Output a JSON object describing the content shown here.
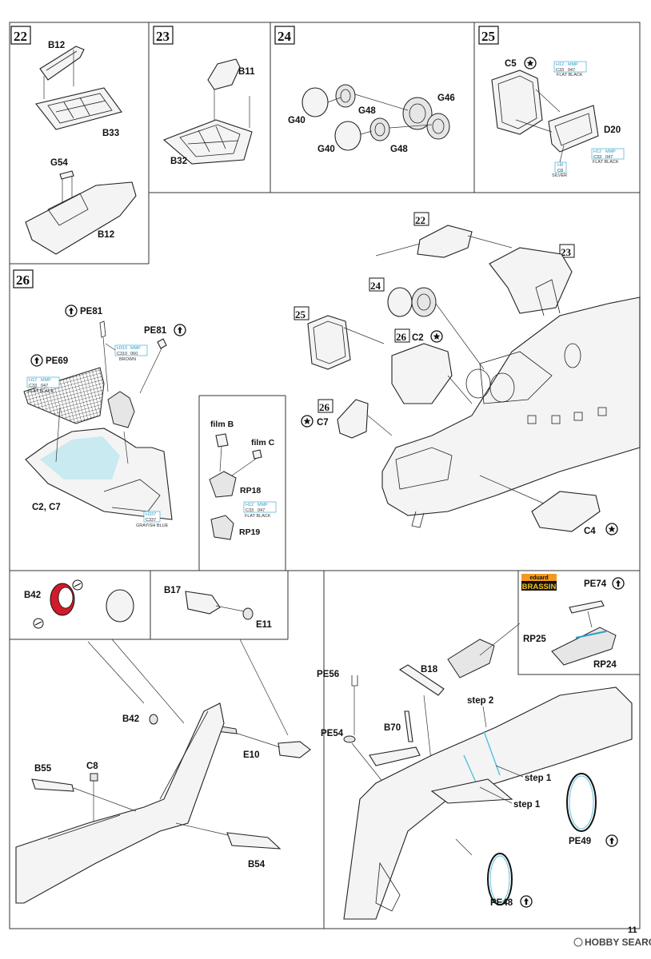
{
  "steps": [
    {
      "num": "22",
      "labels": {
        "a": "B12",
        "b": "B33",
        "c": "G54",
        "d": "B12"
      }
    },
    {
      "num": "23",
      "labels": {
        "a": "B11",
        "b": "B32"
      }
    },
    {
      "num": "24",
      "labels": {
        "a": "G40",
        "b": "G48",
        "c": "G46",
        "d": "G40",
        "e": "G48"
      }
    },
    {
      "num": "25",
      "labels": {
        "a": "C5",
        "b": "D20"
      }
    },
    {
      "num": "26",
      "labels": {
        "pe81a": "PE81",
        "pe81b": "PE81",
        "pe69": "PE69",
        "c2c7": "C2, C7",
        "filmb": "film B",
        "filmc": "film C",
        "rp18": "RP18",
        "rp19": "RP19"
      }
    }
  ],
  "paints": {
    "flat_black_a": {
      "h": "H12",
      "mmp": "MMP",
      "c": "C33",
      "n": "047",
      "name": "FLAT BLACK"
    },
    "flat_black_b": {
      "h": "H12",
      "mmp": "MMP",
      "c": "C33",
      "n": "047",
      "name": "FLAT BLACK"
    },
    "silver": {
      "h": "H8",
      "c": "C8",
      "name": "SILVER"
    },
    "brown": {
      "h": "H310",
      "mmp": "MMP",
      "c": "C310",
      "n": "060",
      "name": "BROWN"
    },
    "flat_black_c": {
      "h": "H12",
      "mmp": "MMP",
      "c": "C33",
      "n": "047",
      "name": "FLAT BLACK"
    },
    "grayish_blue": {
      "h": "H337",
      "c": "C337",
      "name": "GRAYISH BLUE"
    },
    "flat_black_d": {
      "h": "H12",
      "mmp": "MMP",
      "c": "C33",
      "n": "047",
      "name": "FLAT BLACK"
    }
  },
  "assembly": {
    "refs": {
      "r22": "22",
      "r23": "23",
      "r24": "24",
      "r25": "25",
      "r26a": "26",
      "r26b": "26"
    },
    "labels": {
      "c2": "C2",
      "c7": "C7",
      "c4": "C4"
    }
  },
  "bottom_left": {
    "labels": {
      "b42a": "B42",
      "b17": "B17",
      "e11": "E11",
      "b42b": "B42",
      "e10": "E10",
      "b55": "B55",
      "c8": "C8",
      "b54": "B54"
    }
  },
  "bottom_right": {
    "brand_top": "eduard",
    "brand_bottom": "BRASSIN",
    "labels": {
      "pe74": "PE74",
      "rp25": "RP25",
      "rp24": "RP24",
      "pe56": "PE56",
      "b18": "B18",
      "b70": "B70",
      "pe54": "PE54",
      "step2": "step 2",
      "step1a": "step 1",
      "step1b": "step 1",
      "pe49": "PE49",
      "pe48": "PE48"
    }
  },
  "page_number": "11",
  "watermark": "HOBBY SEARCH",
  "colors": {
    "paint_cyan": "#2a9fc9",
    "canopy_tint": "#bde7ef",
    "red_part": "#d11a2a"
  }
}
